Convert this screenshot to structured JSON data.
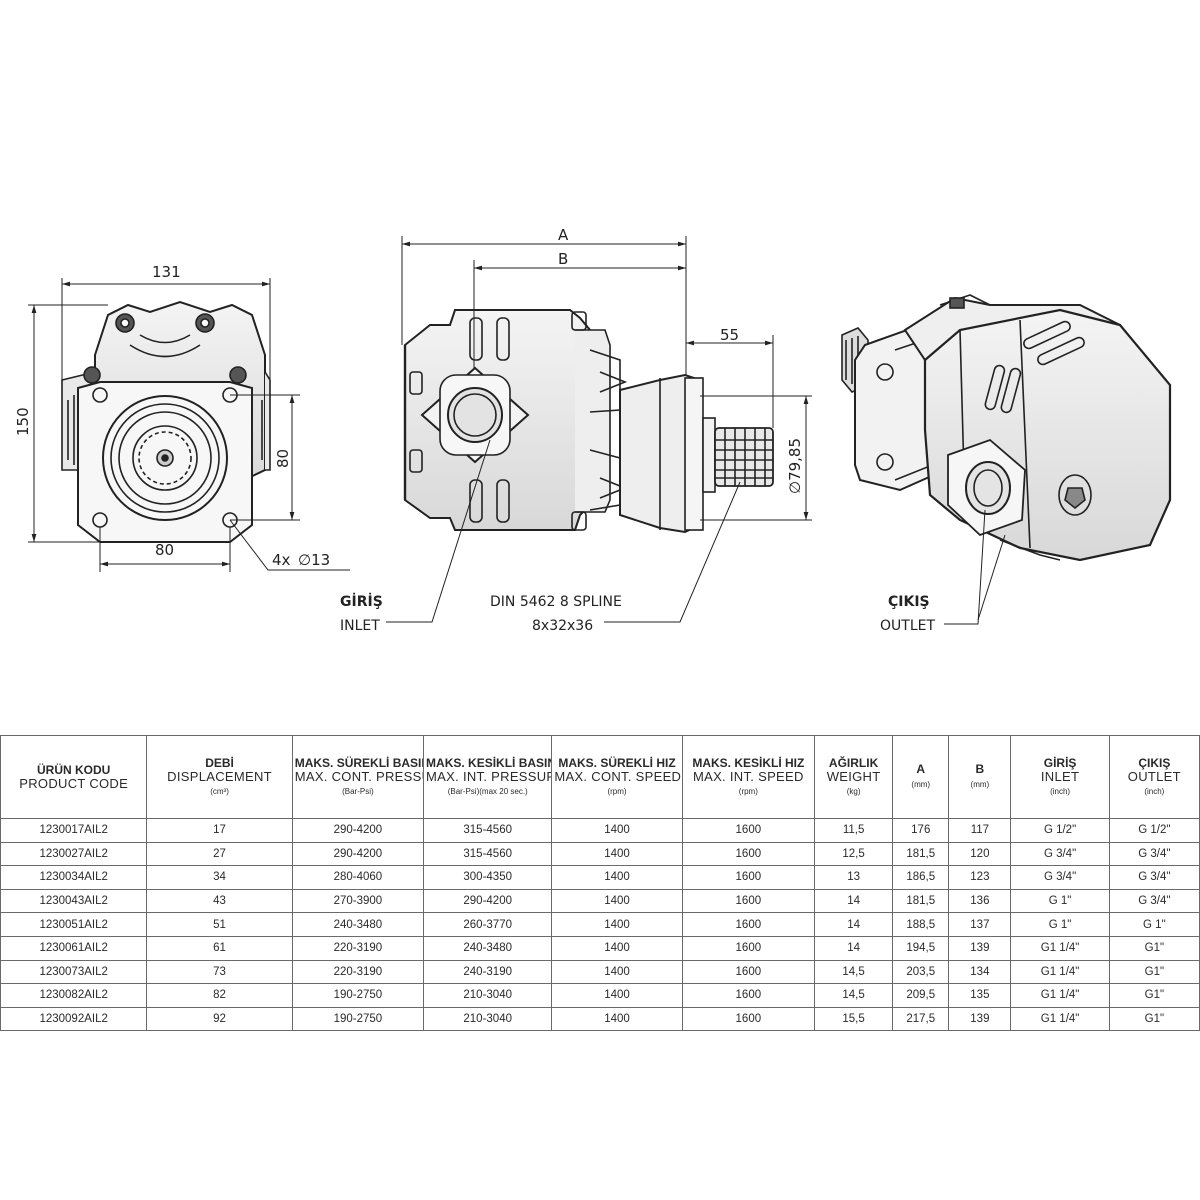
{
  "dimensions": {
    "width_131": "131",
    "height_150": "150",
    "width_80": "80",
    "height_80": "80",
    "holes": "4x",
    "hole_dia": "∅13",
    "a_label": "A",
    "b_label": "B",
    "shaft_55": "55",
    "shaft_dia": "∅79,85"
  },
  "labels": {
    "inlet_tr": "GİRİŞ",
    "inlet_en": "INLET",
    "spline_line1": "DIN 5462 8 SPLINE",
    "spline_line2": "8x32x36",
    "outlet_tr": "ÇIKIŞ",
    "outlet_en": "OUTLET"
  },
  "table": {
    "headers": [
      {
        "tr": "ÜRÜN KODU",
        "en": "PRODUCT CODE",
        "unit": ""
      },
      {
        "tr": "DEBİ",
        "en": "DISPLACEMENT",
        "unit": "(cm³)"
      },
      {
        "tr": "MAKS. SÜREKLİ BASINÇ",
        "en": "MAX. CONT. PRESSURE",
        "unit": "(Bar-Psi)"
      },
      {
        "tr": "MAKS. KESİKLİ BASINÇ",
        "en": "MAX. INT. PRESSURE",
        "unit": "(Bar-Psi)(max 20 sec.)"
      },
      {
        "tr": "MAKS. SÜREKLİ HIZ",
        "en": "MAX. CONT. SPEED",
        "unit": "(rpm)"
      },
      {
        "tr": "MAKS. KESİKLİ HIZ",
        "en": "MAX. INT. SPEED",
        "unit": "(rpm)"
      },
      {
        "tr": "AĞIRLIK",
        "en": "WEIGHT",
        "unit": "(kg)"
      },
      {
        "tr": "A",
        "en": "",
        "unit": "(mm)"
      },
      {
        "tr": "B",
        "en": "",
        "unit": "(mm)"
      },
      {
        "tr": "GİRİŞ",
        "en": "INLET",
        "unit": "(inch)"
      },
      {
        "tr": "ÇIKIŞ",
        "en": "OUTLET",
        "unit": "(inch)"
      }
    ],
    "rows": [
      [
        "1230017AIL2",
        "17",
        "290-4200",
        "315-4560",
        "1400",
        "1600",
        "11,5",
        "176",
        "117",
        "G 1/2\"",
        "G 1/2\""
      ],
      [
        "1230027AIL2",
        "27",
        "290-4200",
        "315-4560",
        "1400",
        "1600",
        "12,5",
        "181,5",
        "120",
        "G 3/4\"",
        "G 3/4\""
      ],
      [
        "1230034AIL2",
        "34",
        "280-4060",
        "300-4350",
        "1400",
        "1600",
        "13",
        "186,5",
        "123",
        "G 3/4\"",
        "G 3/4\""
      ],
      [
        "1230043AIL2",
        "43",
        "270-3900",
        "290-4200",
        "1400",
        "1600",
        "14",
        "181,5",
        "136",
        "G 1\"",
        "G 3/4\""
      ],
      [
        "1230051AIL2",
        "51",
        "240-3480",
        "260-3770",
        "1400",
        "1600",
        "14",
        "188,5",
        "137",
        "G 1\"",
        "G 1\""
      ],
      [
        "1230061AIL2",
        "61",
        "220-3190",
        "240-3480",
        "1400",
        "1600",
        "14",
        "194,5",
        "139",
        "G1 1/4\"",
        "G1\""
      ],
      [
        "1230073AIL2",
        "73",
        "220-3190",
        "240-3190",
        "1400",
        "1600",
        "14,5",
        "203,5",
        "134",
        "G1 1/4\"",
        "G1\""
      ],
      [
        "1230082AIL2",
        "82",
        "190-2750",
        "210-3040",
        "1400",
        "1600",
        "14,5",
        "209,5",
        "135",
        "G1 1/4\"",
        "G1\""
      ],
      [
        "1230092AIL2",
        "92",
        "190-2750",
        "210-3040",
        "1400",
        "1600",
        "15,5",
        "217,5",
        "139",
        "G1 1/4\"",
        "G1\""
      ]
    ]
  }
}
